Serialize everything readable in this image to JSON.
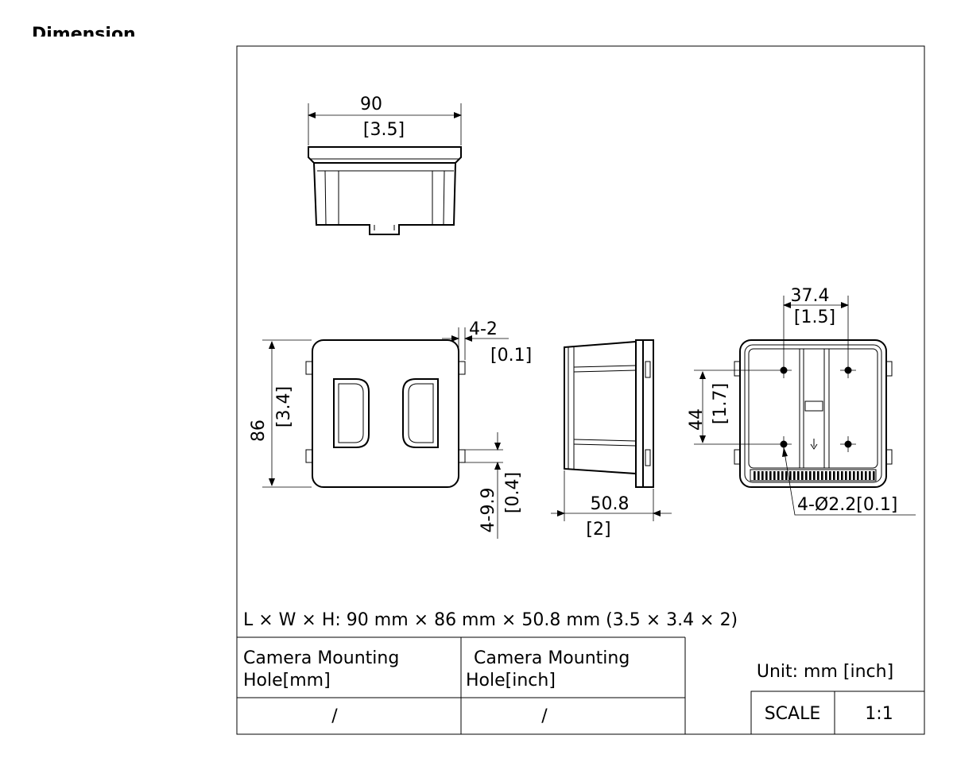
{
  "section_title": "Dimension",
  "top_view": {
    "width_mm": "90",
    "width_inch": "[3.5]"
  },
  "front_view": {
    "height_mm": "86",
    "height_inch": "[3.4]",
    "corner_mm": "4-2",
    "corner_inch": "[0.1]",
    "notch_mm": "4-9.9",
    "notch_inch": "[0.4]"
  },
  "side_view": {
    "depth_mm": "50.8",
    "depth_inch": "[2]"
  },
  "back_view": {
    "hole_x_mm": "37.4",
    "hole_x_inch": "[1.5]",
    "hole_y_mm": "44",
    "hole_y_inch": "[1.7]",
    "hole_dia": "4-Ø2.2[0.1]"
  },
  "overall": "L × W × H: 90 mm × 86 mm × 50.8 mm (3.5 × 3.4 × 2)",
  "title_block": {
    "col1_header_line1": "Camera Mounting",
    "col1_header_line2": "Hole[mm]",
    "col2_header_line1": "Camera Mounting",
    "col2_header_line2": "Hole[inch]",
    "col1_value": "/",
    "col2_value": "/",
    "unit": "Unit: mm [inch]",
    "scale_label": "SCALE",
    "scale_value": "1:1"
  }
}
